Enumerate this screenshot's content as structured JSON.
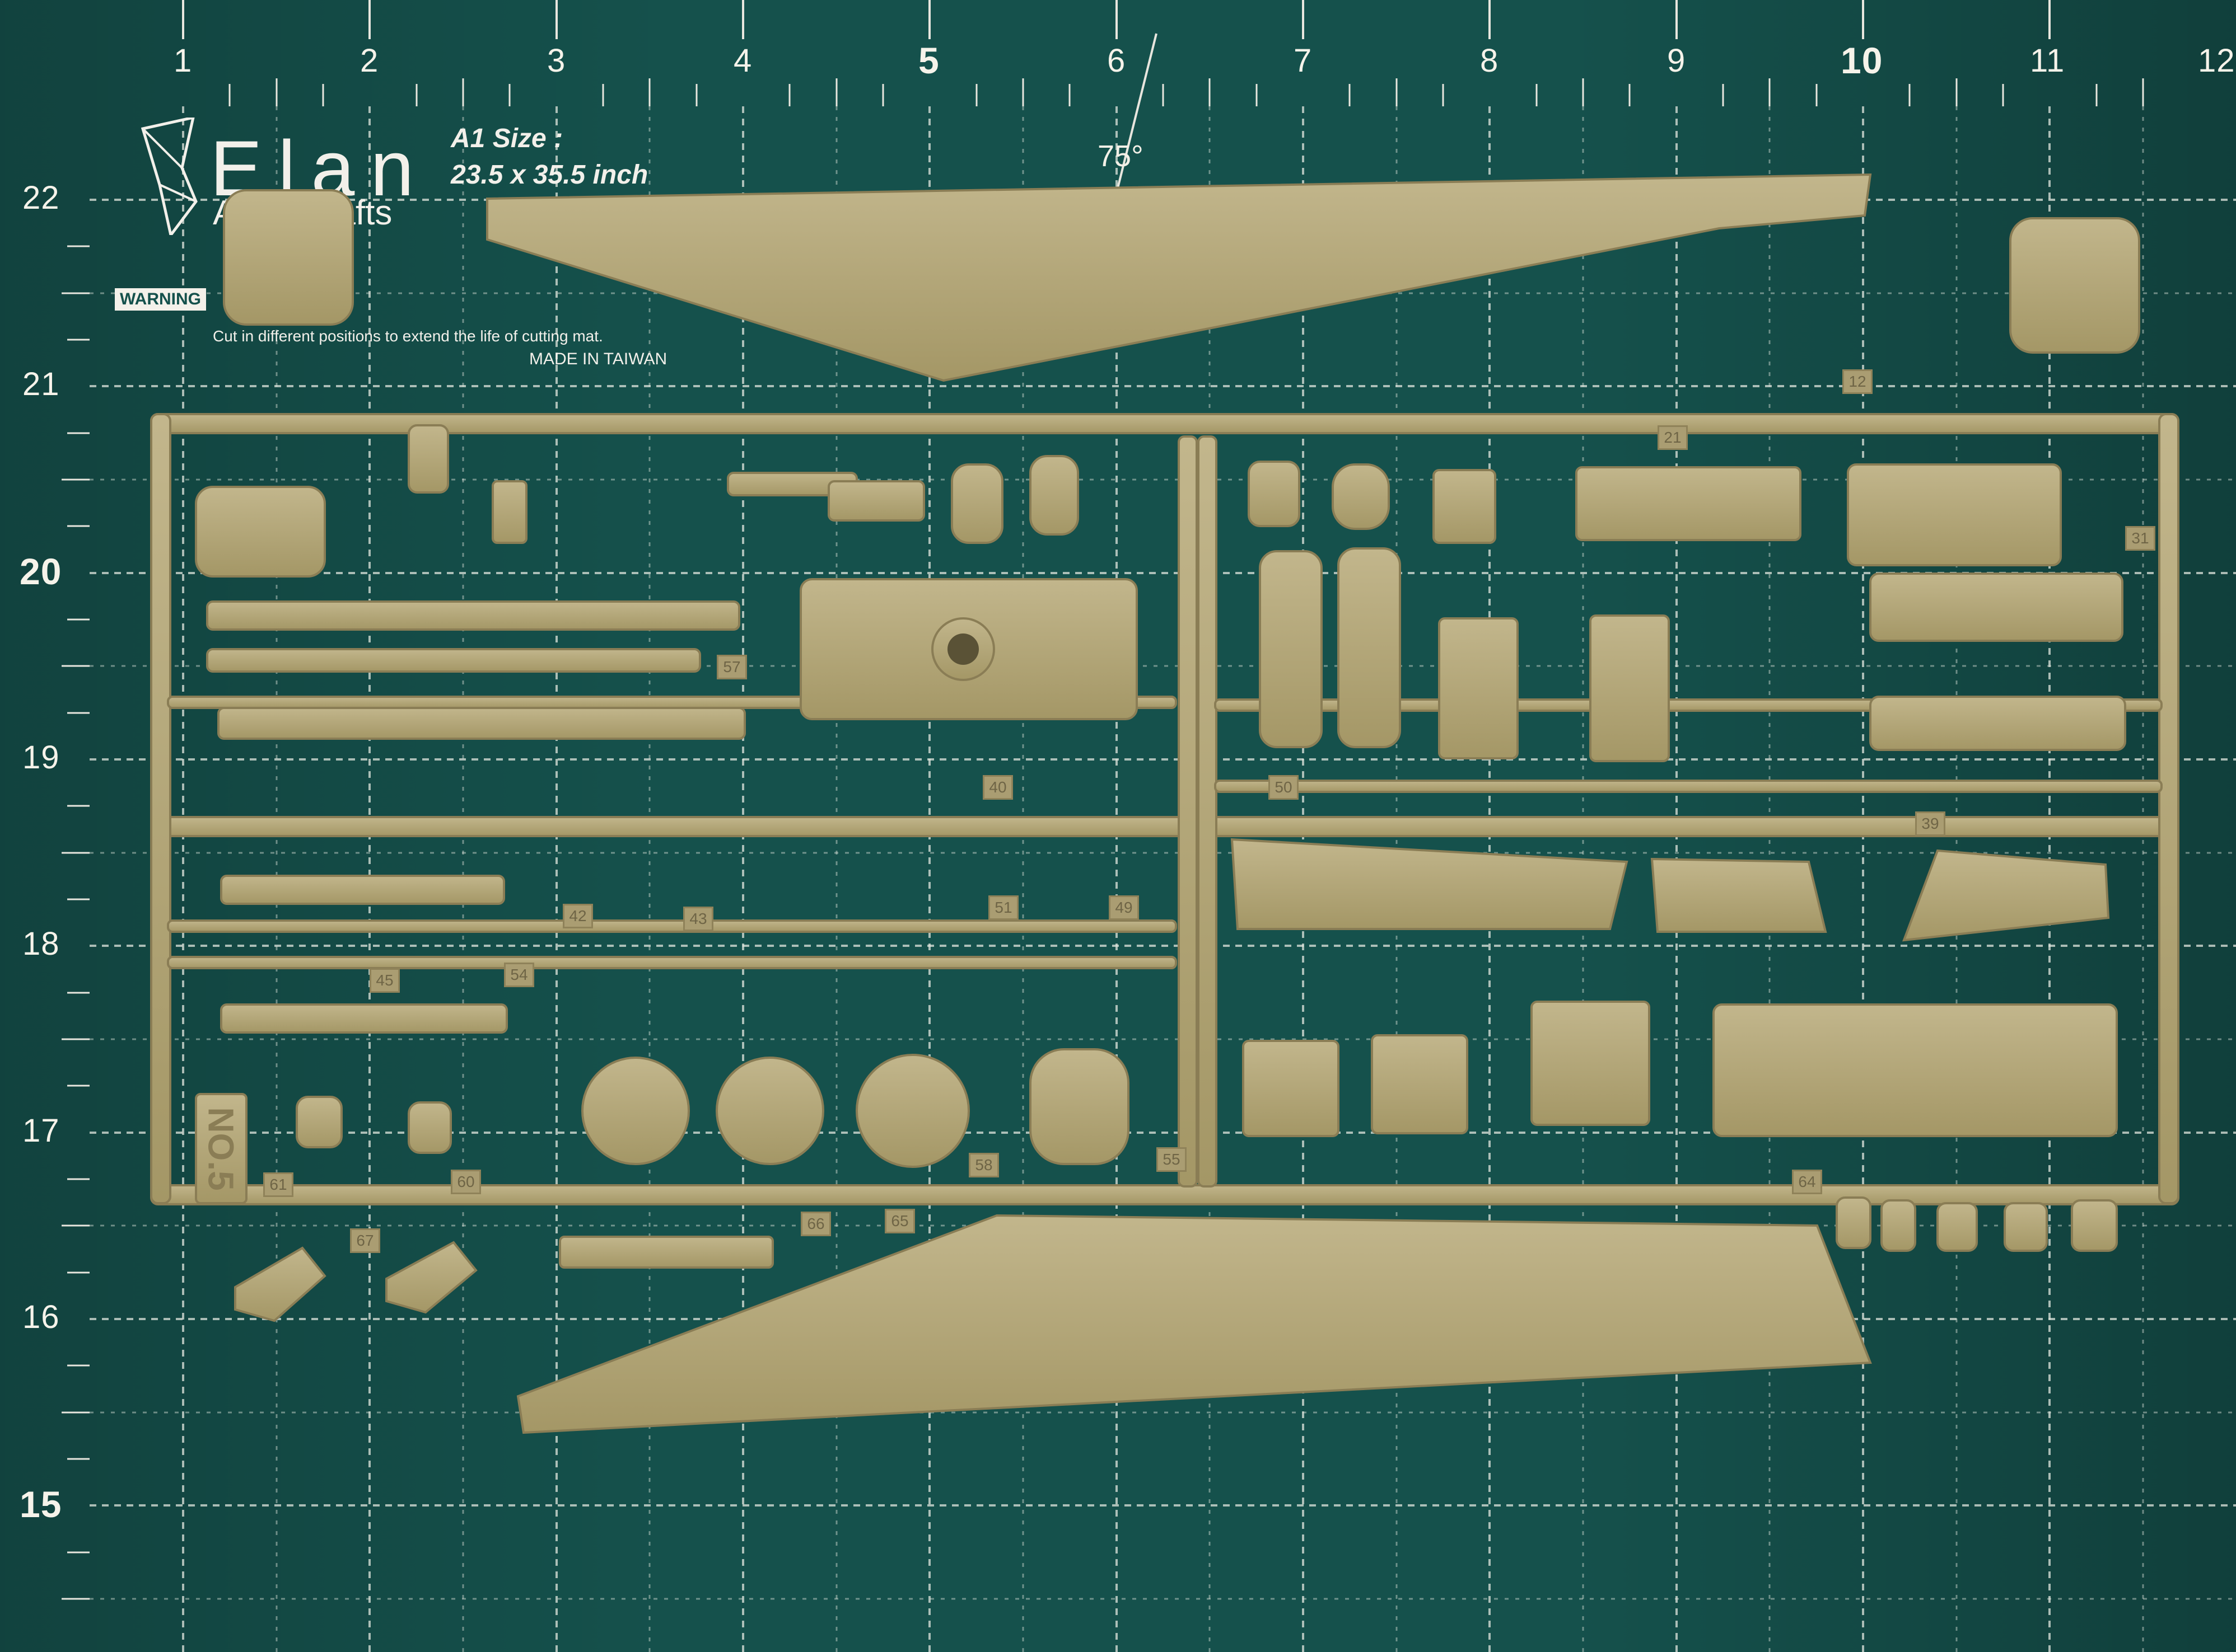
{
  "mat": {
    "brand": "Elan",
    "brand_sub": "Art & Crafts",
    "size_title": "A1 Size :",
    "size_dims": "23.5 x 35.5 inch",
    "warning_label": "WARNING",
    "line_text": "Cut in different positions to extend the life of cutting mat.",
    "made_in": "MADE IN TAIWAN",
    "angle_label": "75°",
    "top_ticks": [
      "1",
      "2",
      "3",
      "4",
      "5",
      "6",
      "7",
      "8",
      "9",
      "10",
      "11",
      "12"
    ],
    "left_ticks": [
      "22",
      "21",
      "20",
      "19",
      "18",
      "17",
      "16",
      "15"
    ],
    "sprue_stamp": "NO.5",
    "colors": {
      "mat": "#15514c",
      "grid": "#e8e6de",
      "plastic": "#b4a77b",
      "plastic_dark": "#8f8259"
    }
  },
  "part_numbers": [
    "12",
    "21",
    "31",
    "42",
    "43",
    "45",
    "51",
    "54",
    "61",
    "65",
    "66",
    "67",
    "39",
    "40",
    "49",
    "50",
    "55",
    "57",
    "58",
    "60",
    "64"
  ]
}
